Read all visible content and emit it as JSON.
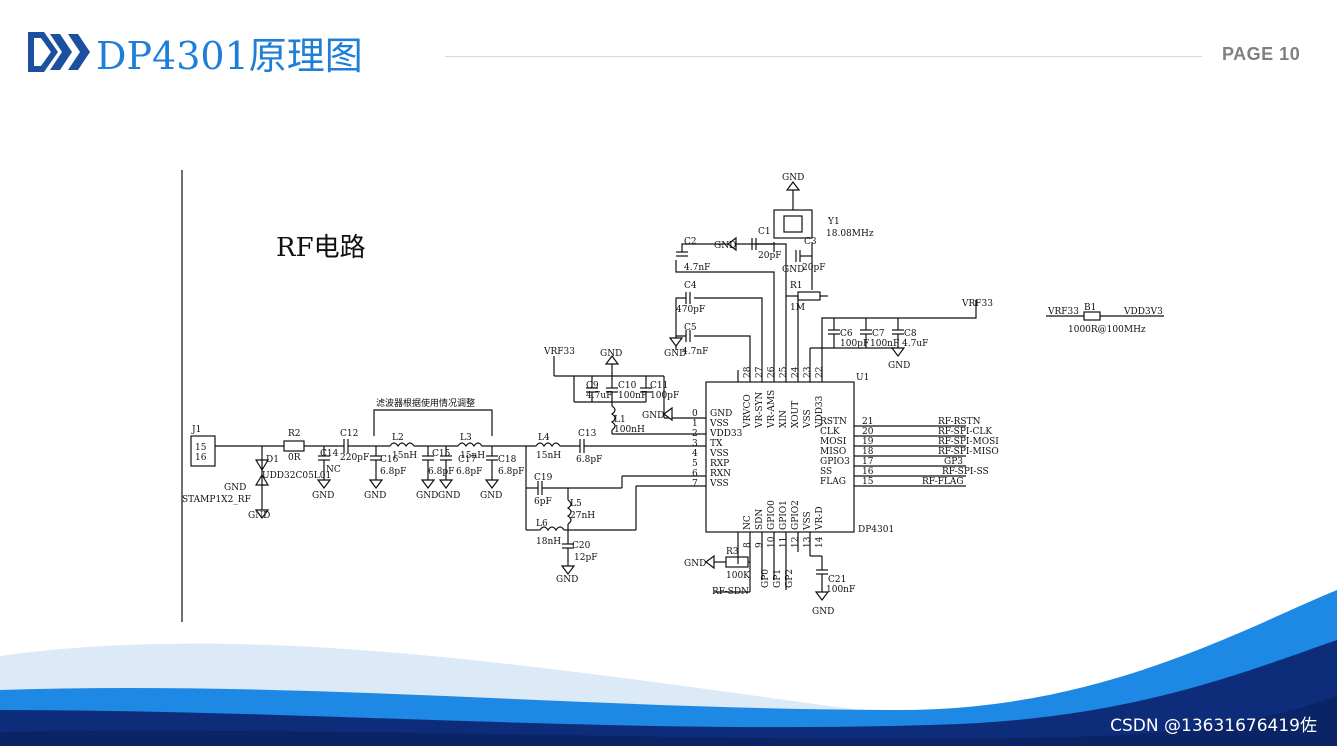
{
  "header": {
    "title": "DP4301原理图",
    "page_label": "PAGE 10"
  },
  "schematic": {
    "section_title": "RF电路",
    "filter_note": "滤波器根据使用情况调整",
    "labels": {
      "j1": "J1",
      "j1_p15": "15",
      "j1_p16": "16",
      "stamp": "STAMP1X2_RF",
      "d1": "D1",
      "d1_part": "UDD32C05L01",
      "r2": "R2",
      "r2_val": "0R",
      "c12": "C12",
      "c12_val": "220pF",
      "c14": "C14",
      "c14_val": "NC",
      "c16": "C16",
      "c16_val": "6.8pF",
      "l2": "L2",
      "l2_val": "15nH",
      "c15": "C15",
      "c15_val": "6.8pF",
      "c17": "C17",
      "c17_val": "6.8pF",
      "l3": "L3",
      "l3_val": "15nH",
      "c18": "C18",
      "c18_val": "6.8pF",
      "l4": "L4",
      "l4_val": "15nH",
      "c13": "C13",
      "c13_val": "6.8pF",
      "c19": "C19",
      "c19_val": "6pF",
      "l5": "L5",
      "l5_val": "27nH",
      "l6": "L6",
      "l6_val": "18nH",
      "c20": "C20",
      "c20_val": "12pF",
      "vrf33": "VRF33",
      "c9": "C9",
      "c9_val": "4.7uF",
      "c10": "C10",
      "c10_val": "100nF",
      "c11": "C11",
      "c11_val": "100pF",
      "l1": "L1",
      "l1_val": "100nH",
      "c2": "C2",
      "c2_val": "4.7nF",
      "c4": "C4",
      "c4_val": "470pF",
      "c5": "C5",
      "c5_val": "4.7nF",
      "c1": "C1",
      "c1_val": "20pF",
      "c3": "C3",
      "c3_val": "20pF",
      "y1": "Y1",
      "y1_val": "18.08MHz",
      "r1": "R1",
      "r1_val": "1M",
      "c6": "C6",
      "c6_val": "100pF",
      "c7": "C7",
      "c7_val": "100nF",
      "c8": "C8",
      "c8_val": "4.7uF",
      "u1": "U1",
      "u1_part": "DP4301",
      "r3": "R3",
      "r3_val": "100K",
      "c21": "C21",
      "c21_val": "100nF",
      "b1": "B1",
      "b1_val": "1000R@100MHz",
      "vdd3v3": "VDD3V3",
      "gnd": "GND",
      "rf_sdn": "RF-SDN",
      "rf_rstn": "RF-RSTN",
      "rf_spi_clk": "RF-SPI-CLK",
      "rf_spi_mosi": "RF-SPI-MOSI",
      "rf_spi_miso": "RF-SPI-MISO",
      "gp3": "GP3",
      "rf_spi_ss": "RF-SPI-SS",
      "rf_flag": "RF-FLAG"
    },
    "left_pins": [
      {
        "num": "0",
        "name": "GND"
      },
      {
        "num": "1",
        "name": "VSS"
      },
      {
        "num": "2",
        "name": "VDD33"
      },
      {
        "num": "3",
        "name": "TX"
      },
      {
        "num": "4",
        "name": "VSS"
      },
      {
        "num": "5",
        "name": "RXP"
      },
      {
        "num": "6",
        "name": "RXN"
      },
      {
        "num": "7",
        "name": "VSS"
      }
    ],
    "right_pins": [
      {
        "num": "21",
        "name": "RSTN"
      },
      {
        "num": "20",
        "name": "CLK"
      },
      {
        "num": "19",
        "name": "MOSI"
      },
      {
        "num": "18",
        "name": "MISO"
      },
      {
        "num": "17",
        "name": "GPIO3"
      },
      {
        "num": "16",
        "name": "SS"
      },
      {
        "num": "15",
        "name": "FLAG"
      }
    ],
    "top_pins": [
      {
        "num": "28",
        "name": "VRVCO"
      },
      {
        "num": "27",
        "name": "VR-SYN"
      },
      {
        "num": "26",
        "name": "VR-AMS"
      },
      {
        "num": "25",
        "name": "XIN"
      },
      {
        "num": "24",
        "name": "XOUT"
      },
      {
        "num": "23",
        "name": "VSS"
      },
      {
        "num": "22",
        "name": "VDD33"
      }
    ],
    "bottom_pins": [
      {
        "num": "8",
        "name": "NC"
      },
      {
        "num": "9",
        "name": "SDN"
      },
      {
        "num": "10",
        "name": "GPIO0"
      },
      {
        "num": "11",
        "name": "GPIO1"
      },
      {
        "num": "12",
        "name": "GPIO2"
      },
      {
        "num": "13",
        "name": "VSS"
      },
      {
        "num": "14",
        "name": "VR-D"
      }
    ],
    "bottom_nets": [
      "GP0",
      "GP1",
      "GP2"
    ]
  },
  "footer": {
    "watermark": "CSDN @13631676419佐"
  },
  "colors": {
    "title_blue": "#1f7fd8",
    "logo_dark": "#1b4fa0",
    "wave_navy": "#0d2d7a",
    "wave_blue": "#1e88e5"
  }
}
